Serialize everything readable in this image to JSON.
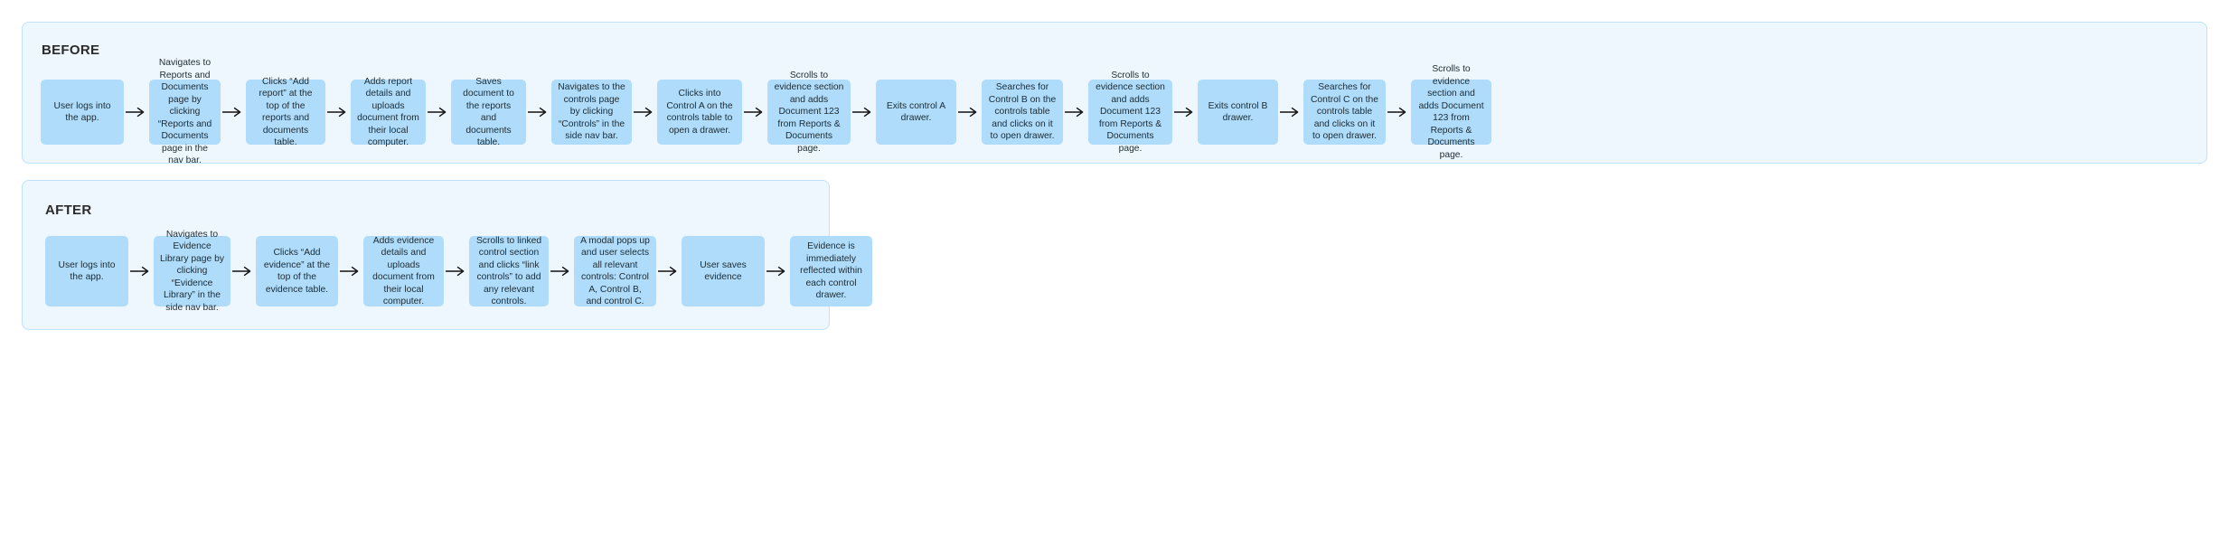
{
  "diagram": {
    "type": "flowchart",
    "orientation": "horizontal",
    "colors": {
      "panel_background": "#eff7fe",
      "panel_border": "#bfe2f7",
      "node_fill": "#aedcfa",
      "node_text": "#1c2b33",
      "title_text": "#2b2b2b",
      "arrow": "#101010",
      "page_background": "#ffffff"
    },
    "panels": [
      {
        "id": "before",
        "title": "BEFORE",
        "steps": [
          {
            "label": "User logs into the app.",
            "width": 92
          },
          {
            "label": "Navigates to Reports and Documents page by clicking “Reports and Documents page in the nav bar.",
            "width": 79
          },
          {
            "label": "Clicks “Add report” at the top of the reports and documents table.",
            "width": 88
          },
          {
            "label": "Adds report details and uploads document from their local computer.",
            "width": 83
          },
          {
            "label": "Saves document to the reports and documents table.",
            "width": 83
          },
          {
            "label": "Navigates to the controls page by clicking “Controls” in the side nav bar.",
            "width": 89
          },
          {
            "label": "Clicks into Control A on the controls table to open a drawer.",
            "width": 94
          },
          {
            "label": "Scrolls to evidence section and adds Document 123 from Reports & Documents page.",
            "width": 92
          },
          {
            "label": "Exits control A drawer.",
            "width": 89
          },
          {
            "label": "Searches for Control B on the controls table and clicks on it to open drawer.",
            "width": 90
          },
          {
            "label": "Scrolls to evidence section and adds Document 123 from Reports & Documents page.",
            "width": 93
          },
          {
            "label": "Exits control B drawer.",
            "width": 89
          },
          {
            "label": "Searches for Control C on the controls table and clicks on it to open drawer.",
            "width": 91
          },
          {
            "label": "Scrolls to evidence section and adds Document 123 from Reports & Documents page.",
            "width": 89
          }
        ]
      },
      {
        "id": "after",
        "title": "AFTER",
        "steps": [
          {
            "label": "User logs into the app.",
            "width": 92
          },
          {
            "label": "Navigates to Evidence Library page by clicking “Evidence Library” in the side nav bar.",
            "width": 85
          },
          {
            "label": "Clicks “Add evidence” at the top of the evidence table.",
            "width": 91
          },
          {
            "label": "Adds evidence details and uploads document from their local computer.",
            "width": 89
          },
          {
            "label": "Scrolls to linked control section and clicks “link controls” to add any relevant controls.",
            "width": 88
          },
          {
            "label": "A modal pops up and user selects all relevant controls: Control A, Control B, and control C.",
            "width": 91
          },
          {
            "label": "User saves evidence",
            "width": 92
          },
          {
            "label": "Evidence is immediately reflected within each control drawer.",
            "width": 91
          }
        ]
      }
    ]
  }
}
